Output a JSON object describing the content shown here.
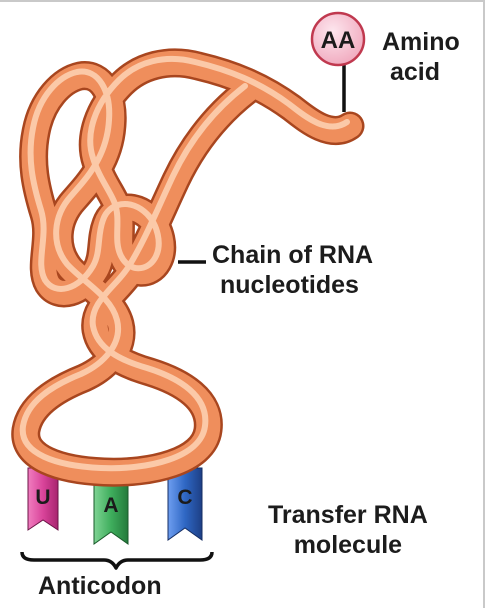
{
  "amino_acid": {
    "badge": "AA",
    "label_lines": [
      "Amino",
      "acid"
    ]
  },
  "chain_label_lines": [
    "Chain of RNA",
    "nucleotides"
  ],
  "molecule_label_lines": [
    "Transfer RNA",
    "molecule"
  ],
  "anticodon": {
    "label": "Anticodon",
    "bases": [
      {
        "letter": "U",
        "color": "#d9449a"
      },
      {
        "letter": "A",
        "color": "#3fae5d"
      },
      {
        "letter": "C",
        "color": "#2f67c4"
      }
    ]
  },
  "colors": {
    "strand": "#ef8e5c",
    "strand_edge": "#a8461f",
    "badge_fill": "#f6c4d2",
    "badge_edge": "#c0394f"
  }
}
